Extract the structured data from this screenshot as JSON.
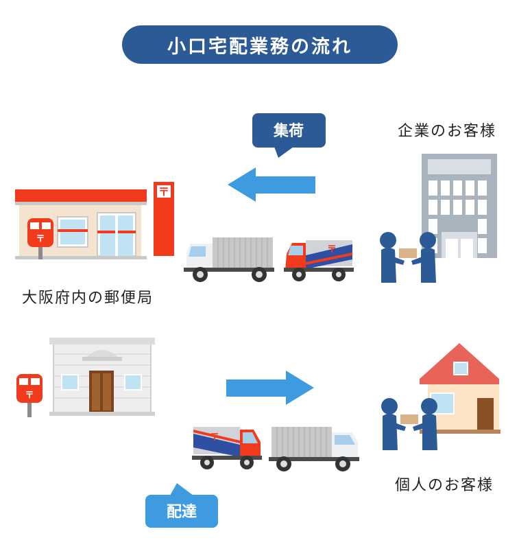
{
  "title": "小口宅配業務の流れ",
  "labels": {
    "collection": "集荷",
    "delivery": "配達",
    "corporate_customer": "企業のお客様",
    "post_office": "大阪府内の郵便局",
    "individual_customer": "個人のお客様"
  },
  "postbox_mark": "〒",
  "colors": {
    "title_bg": "#2b5a97",
    "collection_bubble": "#2b5a97",
    "delivery_bubble": "#3f9be0",
    "arrow": "#3f9be0",
    "post_red": "#f23a1c",
    "person": "#2b5a97"
  }
}
